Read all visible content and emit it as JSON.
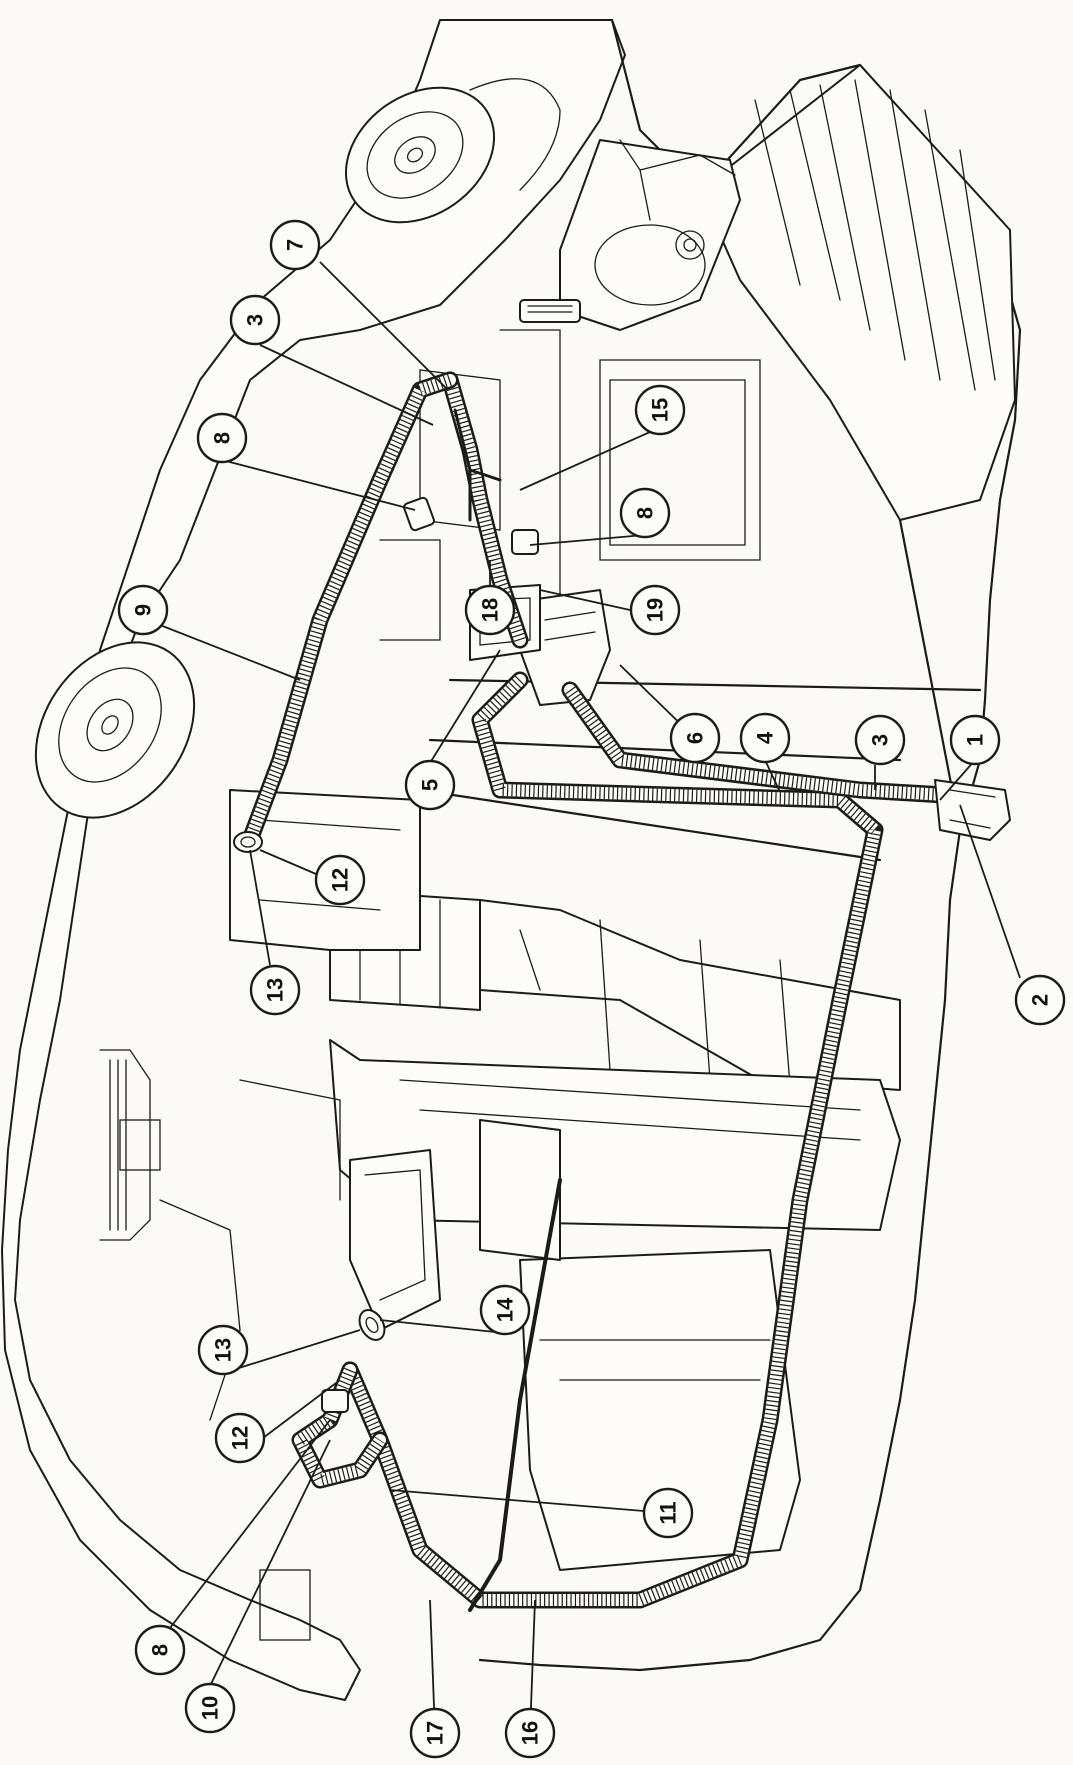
{
  "callouts": {
    "c1": "1",
    "c2": "2",
    "c3a": "3",
    "c3b": "3",
    "c4": "4",
    "c5": "5",
    "c6": "6",
    "c7": "7",
    "c8a": "8",
    "c8b": "8",
    "c8c": "8",
    "c9": "9",
    "c10": "10",
    "c11": "11",
    "c12a": "12",
    "c12b": "12",
    "c13a": "13",
    "c13b": "13",
    "c14": "14",
    "c15": "15",
    "c16": "16",
    "c17": "17",
    "c18": "18",
    "c19": "19"
  }
}
